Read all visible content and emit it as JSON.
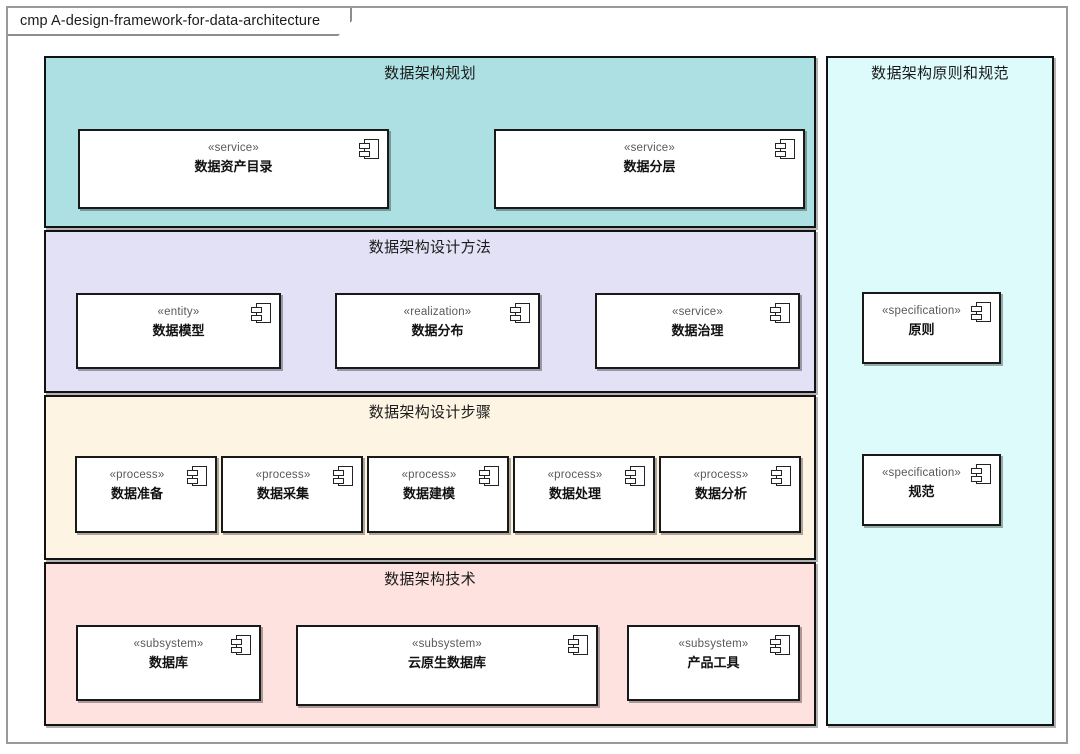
{
  "frame": {
    "keyword": "cmp",
    "label": "cmp A-design-framework-for-data-architecture",
    "border_color": "#9a9a9a"
  },
  "bands": [
    {
      "id": "planning",
      "title": "数据架构规划",
      "color": "#ade0e3",
      "components": [
        {
          "stereotype": "«service»",
          "name": "数据资产目录",
          "icon": "uml-component-icon"
        },
        {
          "stereotype": "«service»",
          "name": "数据分层",
          "icon": "uml-component-icon"
        }
      ]
    },
    {
      "id": "method",
      "title": "数据架构设计方法",
      "color": "#e2e1f5",
      "components": [
        {
          "stereotype": "«entity»",
          "name": "数据模型",
          "icon": "uml-component-icon"
        },
        {
          "stereotype": "«realization»",
          "name": "数据分布",
          "icon": "uml-component-icon"
        },
        {
          "stereotype": "«service»",
          "name": "数据治理",
          "icon": "uml-component-icon"
        }
      ]
    },
    {
      "id": "steps",
      "title": "数据架构设计步骤",
      "color": "#fdf4e3",
      "components": [
        {
          "stereotype": "«process»",
          "name": "数据准备",
          "icon": "uml-component-icon"
        },
        {
          "stereotype": "«process»",
          "name": "数据采集",
          "icon": "uml-component-icon"
        },
        {
          "stereotype": "«process»",
          "name": "数据建模",
          "icon": "uml-component-icon"
        },
        {
          "stereotype": "«process»",
          "name": "数据处理",
          "icon": "uml-component-icon"
        },
        {
          "stereotype": "«process»",
          "name": "数据分析",
          "icon": "uml-component-icon"
        }
      ]
    },
    {
      "id": "tech",
      "title": "数据架构技术",
      "color": "#fde2df",
      "components": [
        {
          "stereotype": "«subsystem»",
          "name": "数据库",
          "icon": "uml-component-icon"
        },
        {
          "stereotype": "«subsystem»",
          "name": "云原生数据库",
          "icon": "uml-component-icon"
        },
        {
          "stereotype": "«subsystem»",
          "name": "产品工具",
          "icon": "uml-component-icon"
        }
      ]
    },
    {
      "id": "principles",
      "title": "数据架构原则和规范",
      "color": "#ddfbfb",
      "components": [
        {
          "stereotype": "«specification»",
          "name": "原则",
          "icon": "uml-component-icon"
        },
        {
          "stereotype": "«specification»",
          "name": "规范",
          "icon": "uml-component-icon"
        }
      ]
    }
  ]
}
